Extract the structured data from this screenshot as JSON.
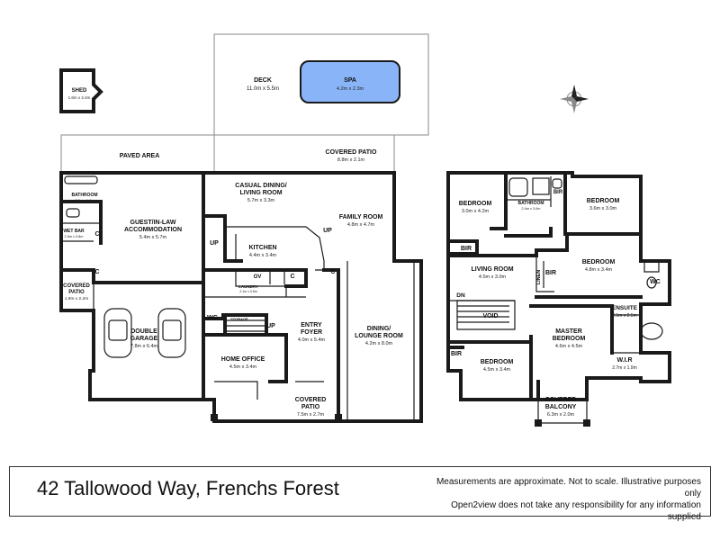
{
  "rooms": {
    "shed": {
      "name": "SHED",
      "dim": "1.6m x 2.4m"
    },
    "deck": {
      "name": "DECK",
      "dim": "11.0m x 5.5m"
    },
    "spa": {
      "name": "SPA",
      "dim": "4.2m x 2.3m"
    },
    "paved": {
      "name": "PAVED AREA"
    },
    "covered_patio_top": {
      "name": "COVERED PATIO",
      "dim": "8.8m x 2.1m"
    },
    "casual": {
      "name": "CASUAL DINING/",
      "name2": "LIVING ROOM",
      "dim": "5.7m x 3.3m"
    },
    "family": {
      "name": "FAMILY ROOM",
      "dim": "4.8m x 4.7m"
    },
    "guest": {
      "name": "GUEST/IN-LAW",
      "name2": "ACCOMMODATION",
      "dim": "5.4m x 5.7m"
    },
    "bathroom_g": {
      "name": "BATHROOM",
      "dim": "3.5m x 1.8m"
    },
    "wet_bar": {
      "name": "WET BAR",
      "dim": "2.5m x 0.8m"
    },
    "kitchen": {
      "name": "KITCHEN",
      "dim": "4.4m x 3.4m"
    },
    "laundry": {
      "name": "LAUNDRY",
      "dim": "2.1m x 0.8m"
    },
    "covered_patio_left": {
      "name": "COVERED",
      "name2": "PATIO",
      "dim": "1.9m x 2.2m"
    },
    "garage": {
      "name": "DOUBLE",
      "name2": "GARAGE",
      "dim": "7.8m x 6.4m"
    },
    "entry": {
      "name": "ENTRY",
      "name2": "FOYER",
      "dim": "4.0m x 5.4m"
    },
    "dining": {
      "name": "DINING/",
      "name2": "LOUNGE ROOM",
      "dim": "4.2m x 8.0m"
    },
    "office": {
      "name": "HOME OFFICE",
      "dim": "4.5m x 3.4m"
    },
    "covered_patio_front": {
      "name": "COVERED",
      "name2": "PATIO",
      "dim": "7.5m x 2.7m"
    },
    "bed_tl": {
      "name": "BEDROOM",
      "dim": "3.0m x 4.2m"
    },
    "bathroom_up": {
      "name": "BATHROOM",
      "dim": "2.4m x 3.0m"
    },
    "bed_tr": {
      "name": "BEDROOM",
      "dim": "3.6m x 3.0m"
    },
    "bed_mr": {
      "name": "BEDROOM",
      "dim": "4.8m x 3.4m"
    },
    "living_up": {
      "name": "LIVING ROOM",
      "dim": "4.5m x 3.0m"
    },
    "ensuite": {
      "name": "ENSUITE",
      "dim": "2.5m x 2.5m"
    },
    "master": {
      "name": "MASTER",
      "name2": "BEDROOM",
      "dim": "4.6m x 4.5m"
    },
    "wir": {
      "name": "W.I.R",
      "dim": "2.7m x 1.9m"
    },
    "bed_bl": {
      "name": "BEDROOM",
      "dim": "4.5m x 3.4m"
    },
    "balcony": {
      "name": "COVERED",
      "name2": "BALCONY",
      "dim": "6.3m x 2.0m"
    }
  },
  "tags": {
    "c": "C",
    "up": "UP",
    "wc": "WC",
    "ov": "OV",
    "storage": "STORAGE",
    "bir": "BIR",
    "linen": "LINEN",
    "dn": "DN",
    "void": "VOID"
  },
  "footer": {
    "address": "42 Tallowood Way, Frenchs Forest",
    "disclaimer1": "Measurements are approximate. Not to scale. Illustrative purposes only",
    "disclaimer2": "Open2view does not take any responsibility for any information supplied"
  },
  "colors": {
    "spa_fill": "#8ab4f8",
    "wall": "#1a1a1a",
    "background": "#ffffff"
  },
  "icons": [
    "compass-rose-icon",
    "car-icon"
  ]
}
